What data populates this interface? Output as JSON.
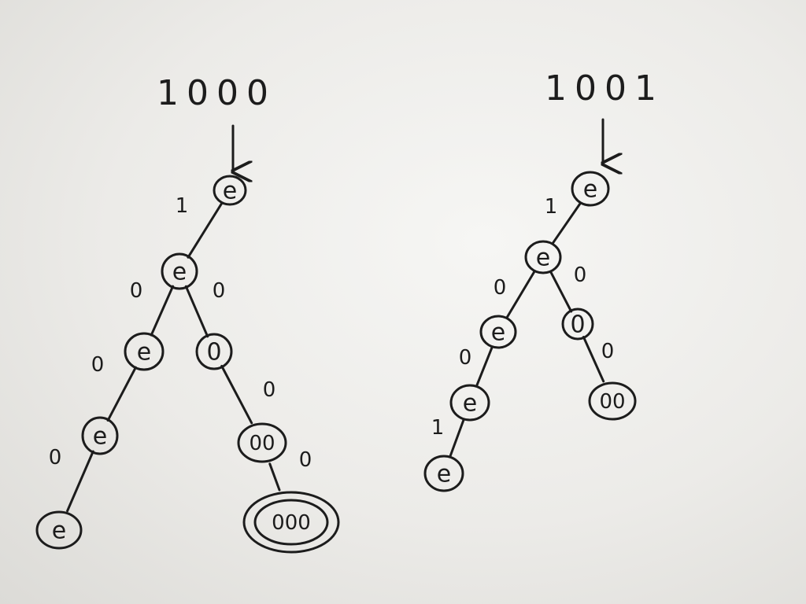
{
  "trees": [
    {
      "root_label": "1000",
      "nodes": [
        {
          "id": "a",
          "label": "e"
        },
        {
          "id": "b",
          "label": "e"
        },
        {
          "id": "c",
          "label": "e"
        },
        {
          "id": "d",
          "label": "0"
        },
        {
          "id": "f",
          "label": "e"
        },
        {
          "id": "g",
          "label": "00"
        },
        {
          "id": "h",
          "label": "e"
        },
        {
          "id": "i",
          "label": "000",
          "final": true
        }
      ],
      "edges": [
        {
          "from": "a",
          "to": "b",
          "label": "1"
        },
        {
          "from": "b",
          "to": "c",
          "label": "0"
        },
        {
          "from": "b",
          "to": "d",
          "label": "0"
        },
        {
          "from": "c",
          "to": "f",
          "label": "0"
        },
        {
          "from": "d",
          "to": "g",
          "label": "0"
        },
        {
          "from": "f",
          "to": "h",
          "label": "0"
        },
        {
          "from": "g",
          "to": "i",
          "label": "0"
        }
      ]
    },
    {
      "root_label": "1001",
      "nodes": [
        {
          "id": "a",
          "label": "e"
        },
        {
          "id": "b",
          "label": "e"
        },
        {
          "id": "c",
          "label": "e"
        },
        {
          "id": "d",
          "label": "0"
        },
        {
          "id": "f",
          "label": "e"
        },
        {
          "id": "g",
          "label": "00"
        },
        {
          "id": "h",
          "label": "e"
        }
      ],
      "edges": [
        {
          "from": "a",
          "to": "b",
          "label": "1"
        },
        {
          "from": "b",
          "to": "c",
          "label": "0"
        },
        {
          "from": "b",
          "to": "d",
          "label": "0"
        },
        {
          "from": "c",
          "to": "f",
          "label": "0"
        },
        {
          "from": "d",
          "to": "g",
          "label": "0"
        },
        {
          "from": "f",
          "to": "h",
          "label": "1"
        }
      ]
    }
  ],
  "colors": {
    "ink": "#1c1c1c",
    "board": "#efeeeb"
  }
}
